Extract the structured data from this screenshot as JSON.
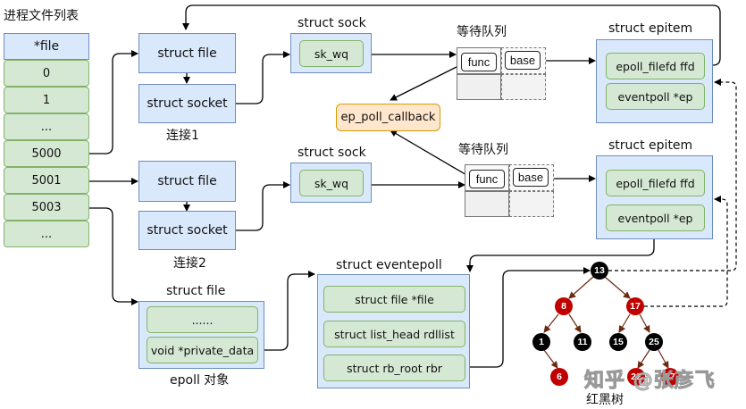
{
  "fd_table": {
    "title": "进程文件列表",
    "header": "*file",
    "rows": [
      "0",
      "1",
      "...",
      "5000",
      "5001",
      "5003",
      "..."
    ]
  },
  "connection1": {
    "file_label": "struct file",
    "socket_label": "struct socket",
    "caption": "连接1",
    "sock": {
      "title": "struct sock",
      "field": "sk_wq"
    },
    "wait_queue": {
      "title": "等待队列",
      "func": "func",
      "base": "base"
    },
    "epitem": {
      "title": "struct epitem",
      "fields": [
        "epoll_filefd ffd",
        "eventpoll *ep"
      ]
    }
  },
  "connection2": {
    "file_label": "struct file",
    "socket_label": "struct socket",
    "caption": "连接2",
    "sock": {
      "title": "struct sock",
      "field": "sk_wq"
    },
    "wait_queue": {
      "title": "等待队列",
      "func": "func",
      "base": "base"
    },
    "epitem": {
      "title": "struct epitem",
      "fields": [
        "epoll_filefd ffd",
        "eventpoll *ep"
      ]
    }
  },
  "callback": {
    "label": "ep_poll_callback",
    "color": "#ffe6cc"
  },
  "epoll_file": {
    "title": "struct file",
    "fields": [
      "......",
      "void *private_data"
    ],
    "caption": "epoll 对象"
  },
  "eventpoll": {
    "title": "struct eventepoll",
    "fields": [
      "struct file *file",
      "struct list_head rdllist",
      "struct rb_root rbr"
    ]
  },
  "rbtree": {
    "caption": "红黑树",
    "nodes": [
      {
        "key": "13",
        "color": "black"
      },
      {
        "key": "8",
        "color": "red"
      },
      {
        "key": "17",
        "color": "red"
      },
      {
        "key": "1",
        "color": "black"
      },
      {
        "key": "11",
        "color": "black"
      },
      {
        "key": "15",
        "color": "black"
      },
      {
        "key": "25",
        "color": "black"
      },
      {
        "key": "6",
        "color": "red"
      },
      {
        "key": "22",
        "color": "red"
      },
      {
        "key": "27",
        "color": "red"
      }
    ]
  },
  "watermark": "知乎 @张彦飞",
  "colors": {
    "struct_fill": "#dae8fc",
    "struct_border": "#6c8ebf",
    "field_fill": "#d5e8d4",
    "field_border": "#82b366",
    "red_node": "#c00000",
    "black_node": "#000000"
  }
}
